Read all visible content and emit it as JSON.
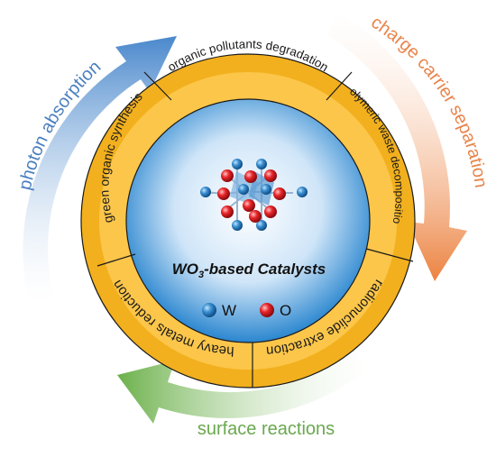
{
  "center": {
    "title_prefix": "WO",
    "title_sub": "3",
    "title_suffix": "-based Catalysts",
    "legend": [
      {
        "symbol": "W",
        "color": "#1e6fb0"
      },
      {
        "symbol": "O",
        "color": "#e0181c"
      }
    ]
  },
  "ring_sectors": [
    {
      "label": "organic pollutants degradation"
    },
    {
      "label": "polymeric waste decomposition"
    },
    {
      "label": "radionuclide extraction"
    },
    {
      "label": "heavy metals reduction"
    },
    {
      "label": "green organic synthesis"
    }
  ],
  "cycle_arrows": [
    {
      "label": "photon absorption",
      "color": "#4a7fc0"
    },
    {
      "label": "charge carrier separation",
      "color": "#e8844a"
    },
    {
      "label": "surface reactions",
      "color": "#6aa84f"
    }
  ],
  "colors": {
    "ring_fill": "#f2b01e",
    "ring_inner": "#fbc84a",
    "center_light": "#f4f9ff",
    "center_dark": "#2a86cf",
    "outline": "#1a1a1a"
  }
}
